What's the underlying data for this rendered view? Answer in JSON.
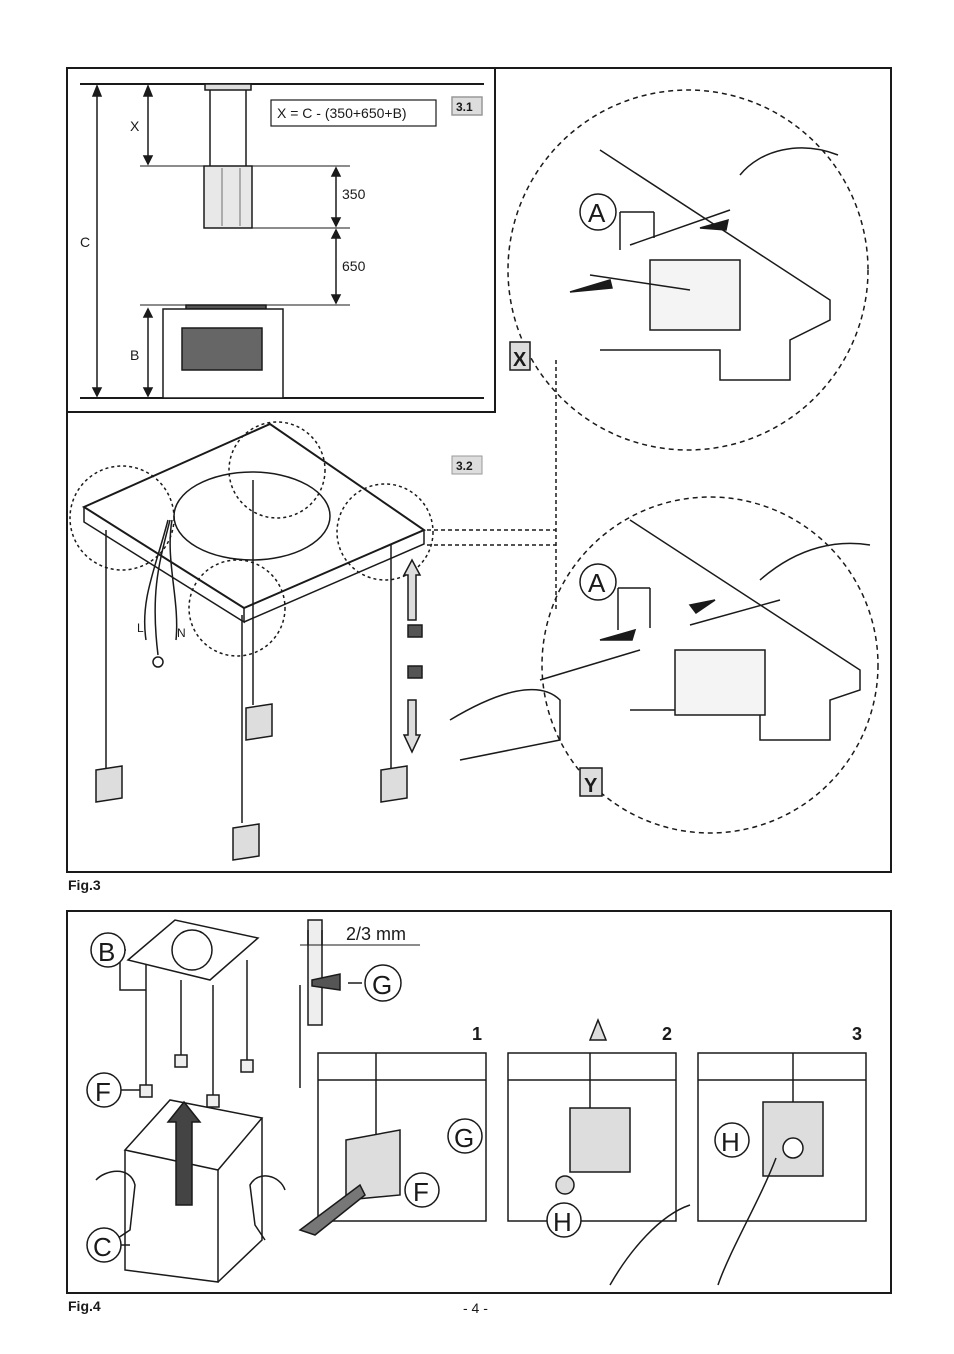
{
  "fig3": {
    "label": "Fig.3",
    "panel_31": {
      "badge": "3.1",
      "formula": "X = C - (350+650+B)",
      "dim_x": "X",
      "dim_c": "C",
      "dim_b": "B",
      "dim_350": "350",
      "dim_650": "650"
    },
    "panel_32": {
      "badge": "3.2"
    },
    "detail_x": {
      "tag": "X",
      "callout_a": "A"
    },
    "detail_y": {
      "tag": "Y",
      "callout_a": "A"
    },
    "wire_l": "L",
    "wire_n": "N"
  },
  "fig4": {
    "label": "Fig.4",
    "callout_b": "B",
    "callout_f": "F",
    "callout_c": "C",
    "screw_gap": "2/3 mm",
    "callout_g": "G",
    "steps": [
      {
        "num": "1",
        "callouts": [
          "G",
          "F"
        ]
      },
      {
        "num": "2",
        "callouts": [
          "H"
        ]
      },
      {
        "num": "3",
        "callouts": [
          "H"
        ]
      }
    ]
  },
  "page_number": "- 4 -"
}
